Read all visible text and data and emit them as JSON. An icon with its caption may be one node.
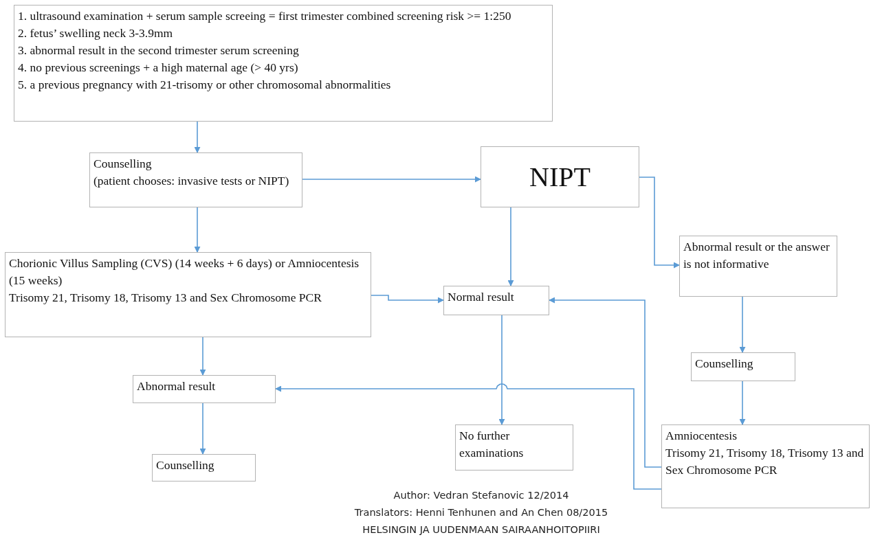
{
  "diagram": {
    "nodes": [
      {
        "text": [
          "1. ultrasound examination + serum sample screeing = first trimester combined screening risk >= 1:250",
          "2. fetus’ swelling neck 3-3.9mm",
          "3. abnormal result in the second trimester serum screening",
          "4. no previous screenings + a high maternal age (> 40 yrs)",
          "5. a previous pregnancy with 21-trisomy or other chromosomal abnormalities"
        ]
      },
      {
        "text": [
          "Counselling",
          "(patient chooses: invasive tests or NIPT)"
        ]
      },
      {
        "text": [
          "NIPT"
        ]
      },
      {
        "text": [
          "Chorionic Villus Sampling (CVS) (14 weeks + 6 days) or Amniocentesis (15 weeks)",
          "Trisomy 21, Trisomy 18, Trisomy 13  and Sex Chromosome PCR"
        ]
      },
      {
        "text": [
          "Normal result"
        ]
      },
      {
        "text": [
          "Abnormal result or the answer is not informative"
        ]
      },
      {
        "text": [
          "Abnormal result"
        ]
      },
      {
        "text": [
          "Counselling"
        ]
      },
      {
        "text": [
          "No further examinations"
        ]
      },
      {
        "text": [
          "Counselling"
        ]
      },
      {
        "text": [
          "Amniocentesis",
          "Trisomy 21, Trisomy 18, Trisomy 13  and Sex Chromosome PCR"
        ]
      }
    ],
    "edges": [
      {
        "from": 0,
        "to": 1,
        "arrow": "to"
      },
      {
        "from": 1,
        "to": 2,
        "arrow": "to"
      },
      {
        "from": 1,
        "to": 3,
        "arrow": "to"
      },
      {
        "from": 2,
        "to": 4,
        "arrow": "to"
      },
      {
        "from": 2,
        "to": 5,
        "arrow": "to"
      },
      {
        "from": 3,
        "to": 4,
        "arrow": "to"
      },
      {
        "from": 3,
        "to": 6,
        "arrow": "to"
      },
      {
        "from": 6,
        "to": 9,
        "arrow": "to"
      },
      {
        "from": 4,
        "to": 8,
        "arrow": "to"
      },
      {
        "from": 5,
        "to": 7,
        "arrow": "to"
      },
      {
        "from": 7,
        "to": 10,
        "arrow": "to"
      },
      {
        "from": 10,
        "to": 4,
        "arrow": "to"
      },
      {
        "from": 10,
        "to": 6,
        "arrow": "to"
      }
    ],
    "labels": [
      "Author: Vedran Stefanovic 12/2014",
      "Translators: Henni Tenhunen and An Chen 08/2015",
      "HELSINGIN JA UUDENMAAN SAIRAANHOITOPIIRI"
    ]
  }
}
